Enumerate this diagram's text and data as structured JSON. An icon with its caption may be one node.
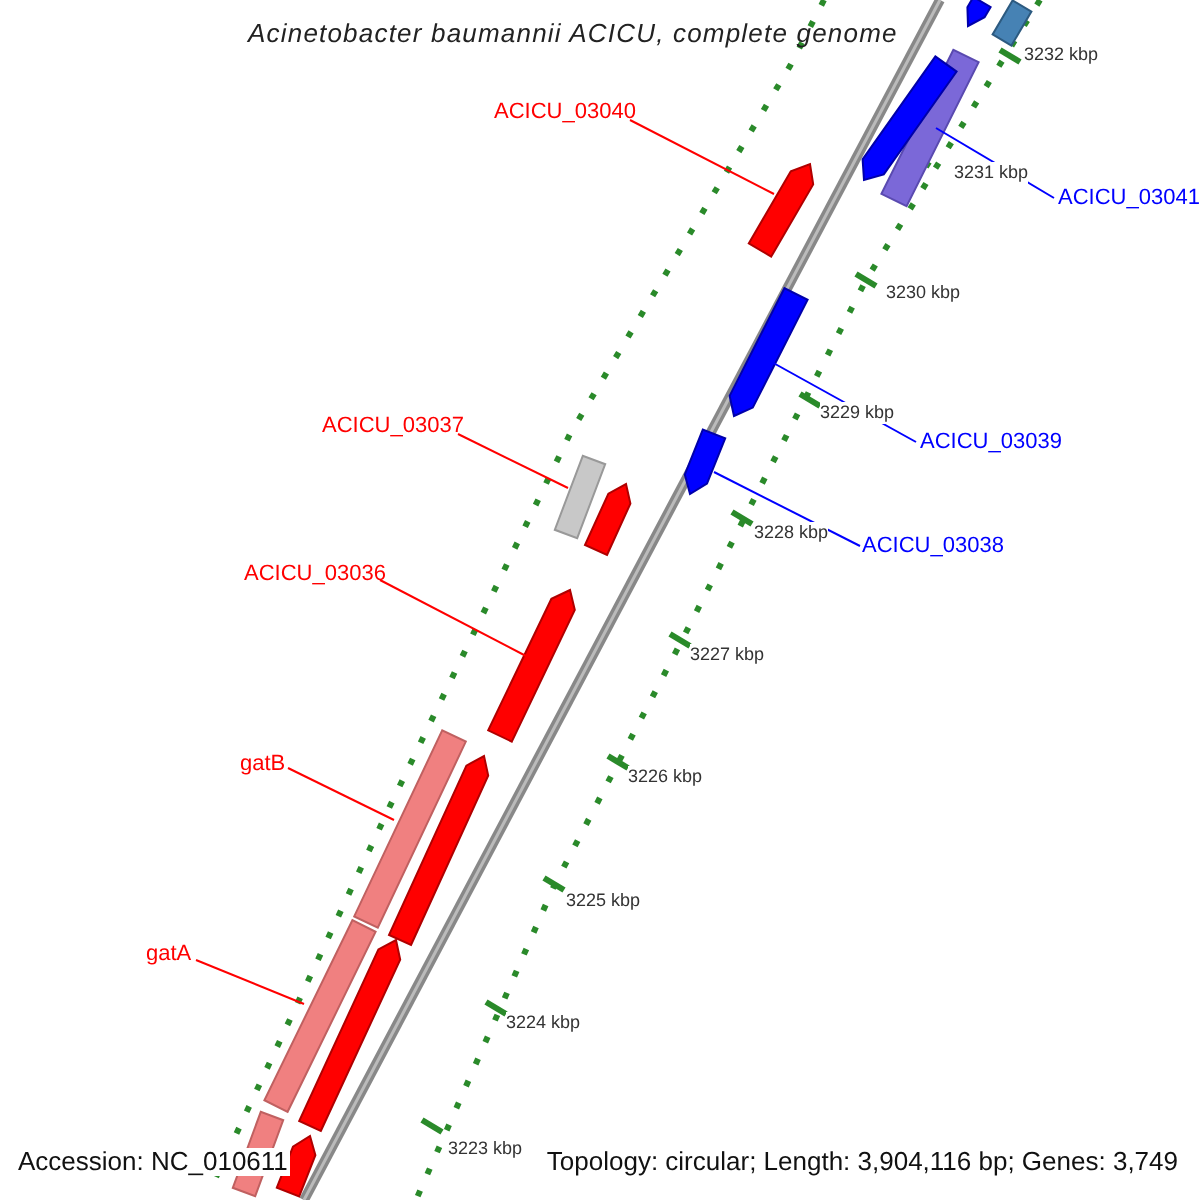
{
  "diagram": {
    "title": "Acinetobacter baumannii ACICU, complete genome",
    "nodes": [
      {
        "text": [
          "ACICU_03040"
        ]
      },
      {
        "text": [],
        "shape": "arrow"
      },
      {
        "text": [
          "ACICU_03041"
        ]
      },
      {
        "text": [],
        "shape": "bar"
      },
      {
        "text": [
          "ACICU_03039"
        ]
      },
      {
        "text": [],
        "shape": "arrow"
      },
      {
        "text": [
          "ACICU_03038"
        ]
      },
      {
        "text": [],
        "shape": "arrow"
      },
      {
        "text": [
          "ACICU_03037"
        ]
      },
      {
        "text": [],
        "shape": "bar"
      },
      {
        "text": [
          "ACICU_03036"
        ]
      },
      {
        "text": [],
        "shape": "arrow"
      },
      {
        "text": [
          "gatB"
        ]
      },
      {
        "text": [],
        "shape": "bar"
      },
      {
        "text": [
          "gatA"
        ]
      },
      {
        "text": [],
        "shape": "bar"
      },
      {
        "text": [],
        "shape": "arrow"
      },
      {
        "text": [],
        "shape": "bar"
      },
      {
        "text": [],
        "shape": "arrow"
      },
      {
        "text": [],
        "shape": "arrow"
      },
      {
        "text": [],
        "shape": "arrow"
      },
      {
        "text": [],
        "shape": "arrow"
      },
      {
        "text": [],
        "shape": "bar"
      },
      {
        "text": [],
        "shape": "arrow"
      }
    ],
    "edges": [
      {
        "from": 0,
        "to": 1,
        "arrow": "none"
      },
      {
        "from": 2,
        "to": 3,
        "arrow": "none",
        "color": "#0000ff"
      },
      {
        "from": 4,
        "to": 5,
        "arrow": "none",
        "color": "#0000ff"
      },
      {
        "from": 6,
        "to": 7,
        "arrow": "none",
        "color": "#0000ff"
      },
      {
        "from": 8,
        "to": 9,
        "arrow": "none"
      },
      {
        "from": 10,
        "to": 11,
        "arrow": "none"
      },
      {
        "from": 12,
        "to": 13,
        "arrow": "none"
      },
      {
        "from": 14,
        "to": 15,
        "arrow": "none"
      }
    ],
    "labels": [
      "3232 kbp",
      "3231 kbp",
      "3230 kbp",
      "3229 kbp",
      "3228 kbp",
      "3227 kbp",
      "3226 kbp",
      "3225 kbp",
      "3224 kbp",
      "3223 kbp",
      "Accession: NC_010611",
      "Topology: circular; Length: 3,904,116 bp; Genes: 3,749"
    ]
  }
}
